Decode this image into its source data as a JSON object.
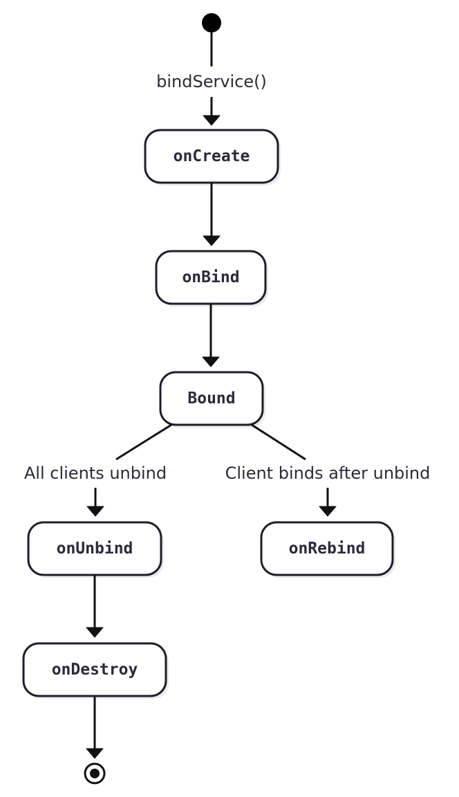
{
  "colors": {
    "ink": "#111111",
    "box_border": "#1e1e2a",
    "text": "#2a2a3a",
    "background": "#ffffff"
  },
  "states": {
    "on_create": "onCreate",
    "on_bind": "onBind",
    "bound": "Bound",
    "on_unbind": "onUnbind",
    "on_rebind": "onRebind",
    "on_destroy": "onDestroy"
  },
  "transitions": {
    "bind_service": "bindService()",
    "all_clients_unbind": "All clients unbind",
    "client_binds_after_unbind": "Client binds after unbind"
  },
  "pseudo_states": {
    "initial": "initial-node",
    "final": "final-node"
  }
}
